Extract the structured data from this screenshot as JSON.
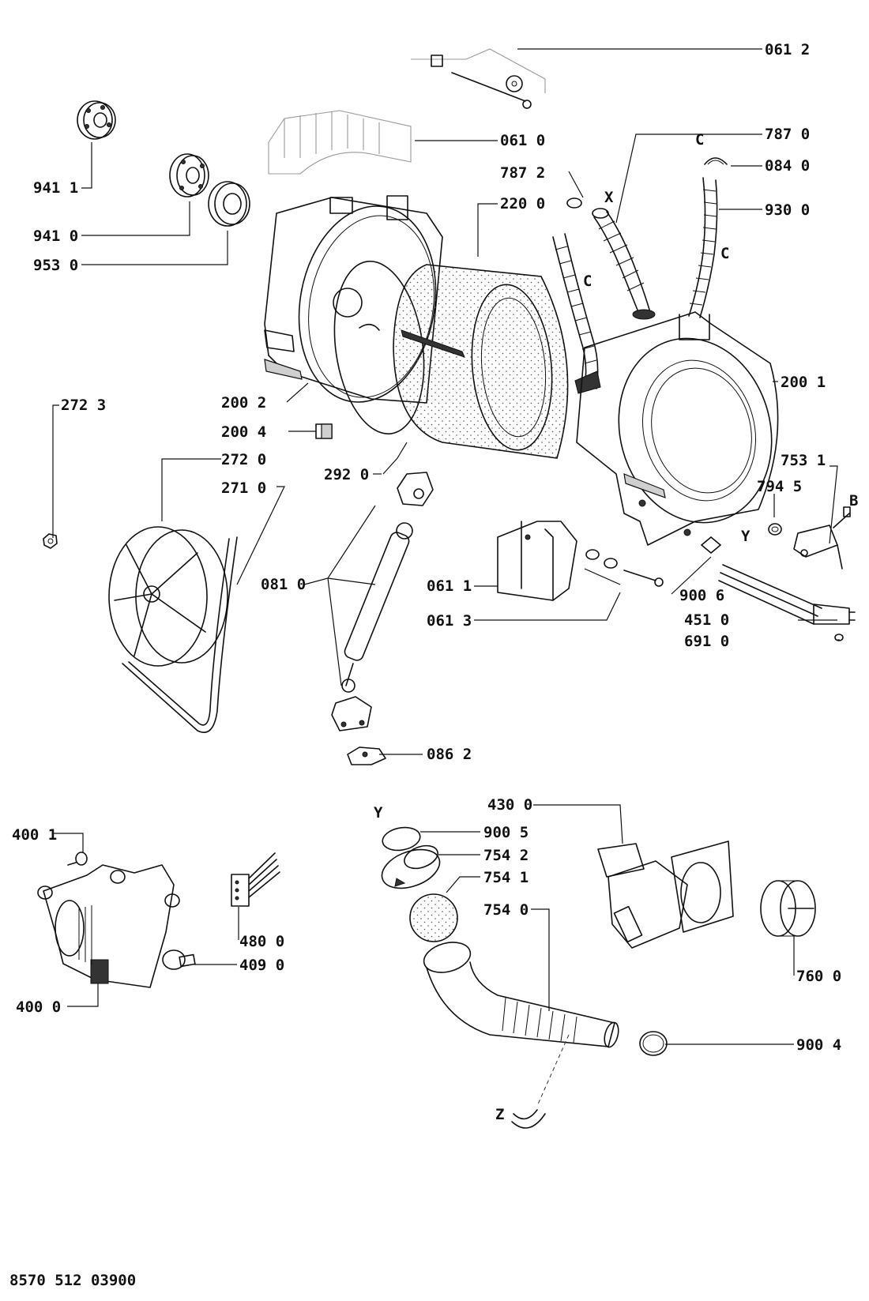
{
  "diagram": {
    "document_code": "8570 512 03900",
    "part_labels": [
      "061 2",
      "061 0",
      "787 0",
      "787 2",
      "084 0",
      "941 1",
      "220 0",
      "930 0",
      "941 0",
      "953 0",
      "200 1",
      "272 3",
      "200 2",
      "200 4",
      "272 0",
      "271 0",
      "292 0",
      "753 1",
      "794 5",
      "081 0",
      "061 1",
      "061 3",
      "900 6",
      "451 0",
      "691 0",
      "086 2",
      "430 0",
      "400 1",
      "900 5",
      "754 2",
      "754 1",
      "754 0",
      "480 0",
      "409 0",
      "400 0",
      "760 0",
      "900 4"
    ],
    "connector_labels": [
      "X",
      "C",
      "C",
      "C",
      "Y",
      "B",
      "Y",
      "Z"
    ]
  }
}
